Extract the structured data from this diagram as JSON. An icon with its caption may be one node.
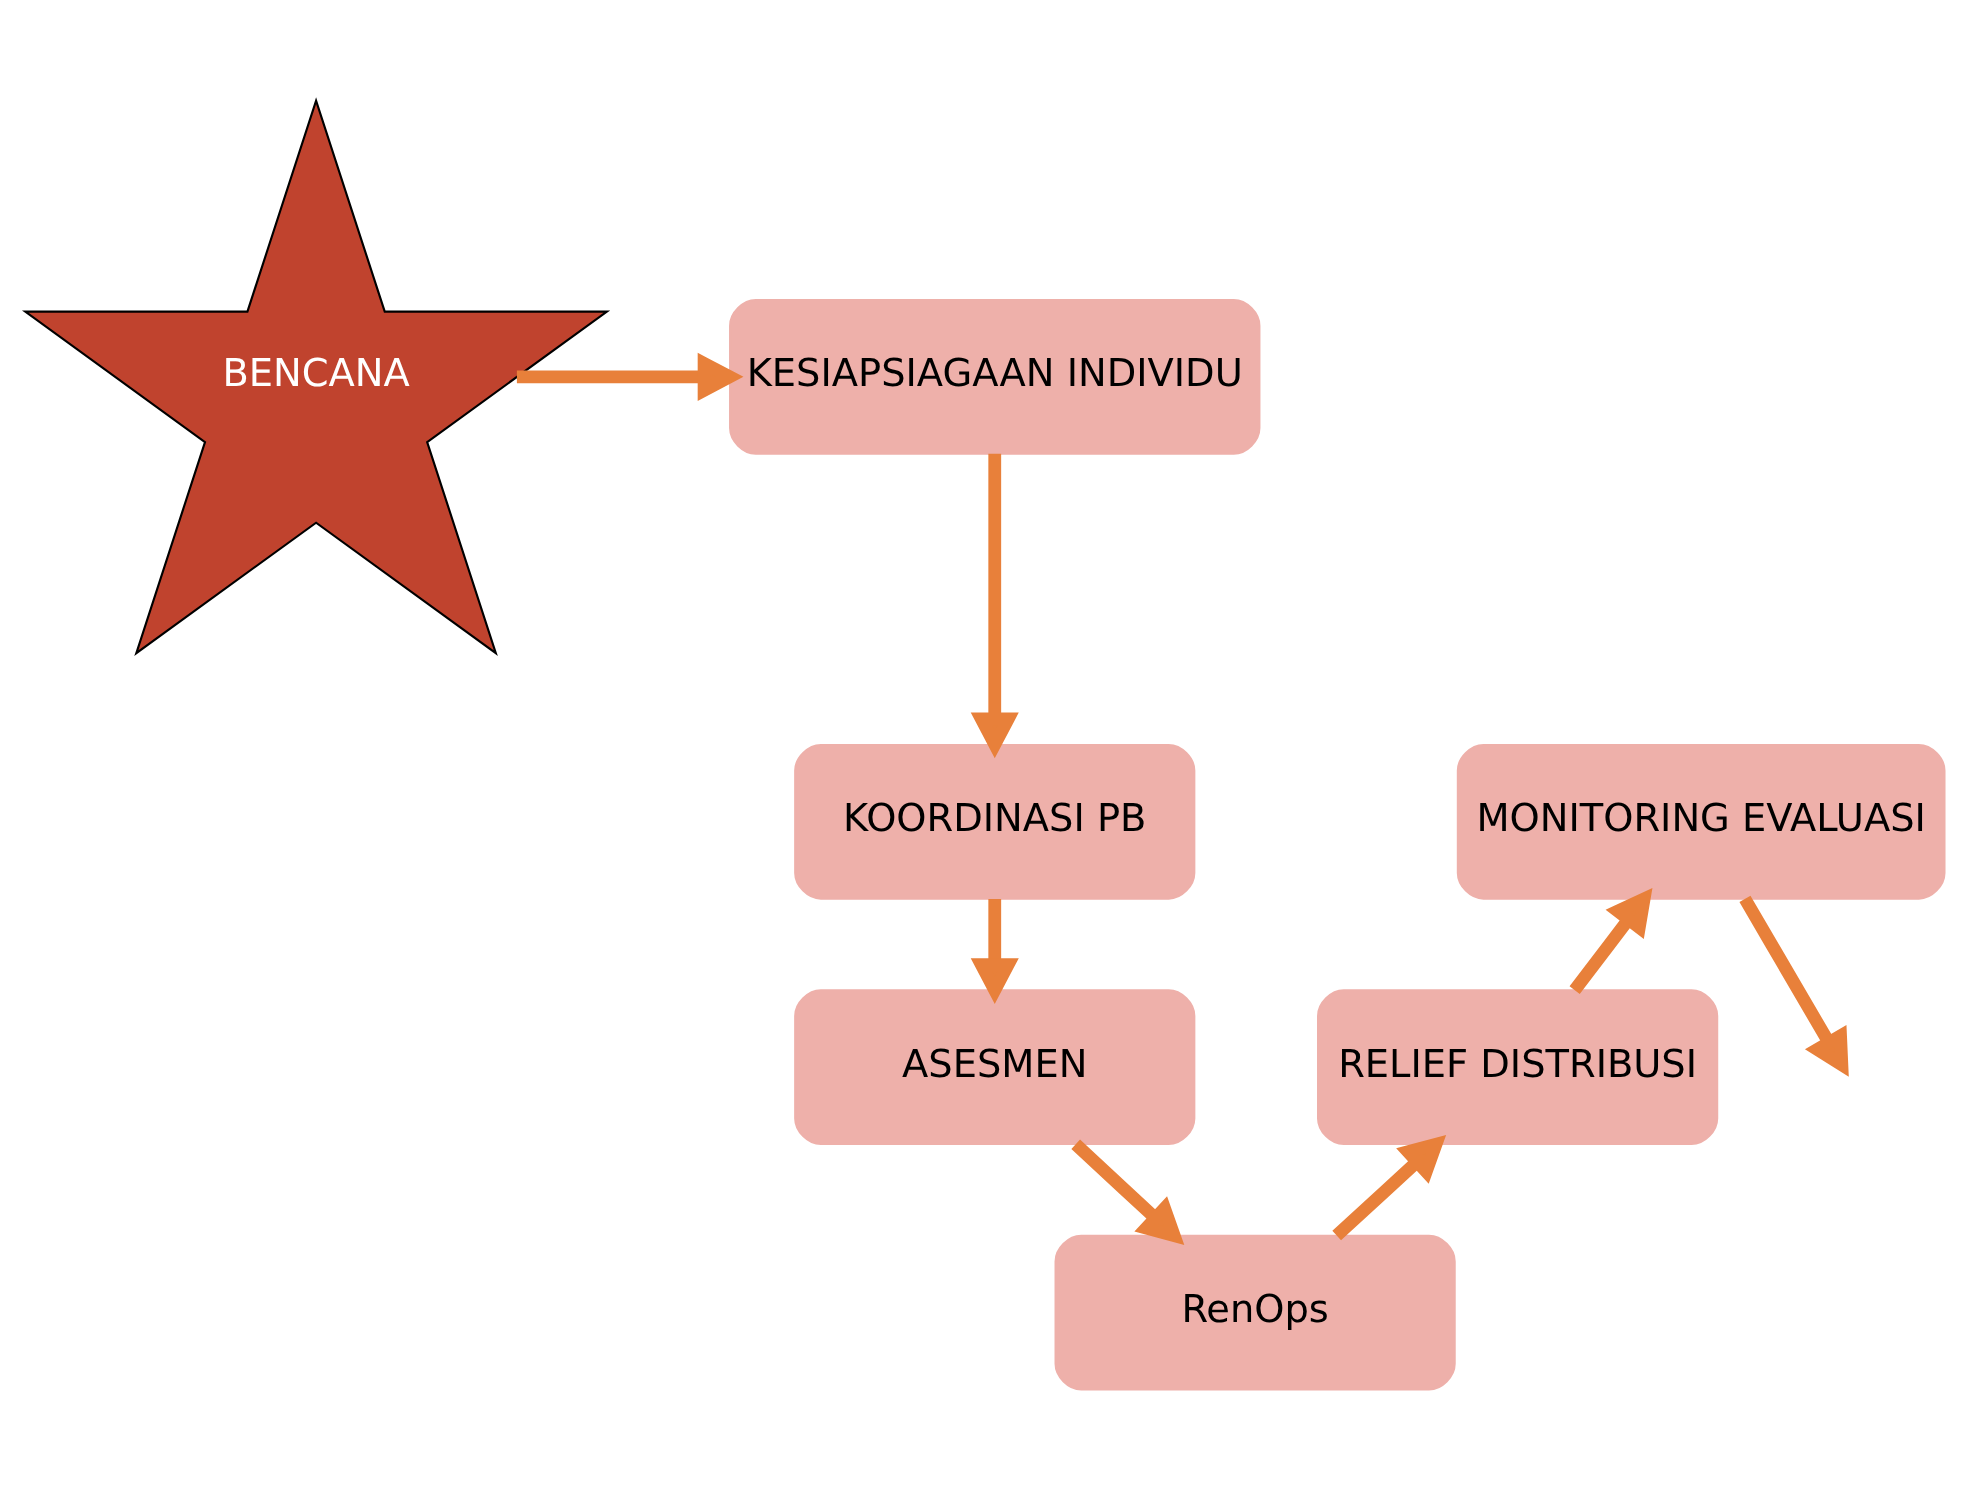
{
  "diagram": {
    "nodes": [
      {
        "text": [
          "BENCANA"
        ]
      },
      {
        "text": [
          "KESIAPSIAGAAN INDIVIDU"
        ]
      },
      {
        "text": [
          "KOORDINASI PB"
        ]
      },
      {
        "text": [
          "ASESMEN"
        ]
      },
      {
        "text": [
          "RenOps"
        ]
      },
      {
        "text": [
          "RELIEF DISTRIBUSI"
        ]
      },
      {
        "text": [
          "MONITORING EVALUASI"
        ]
      }
    ],
    "edges": [
      {
        "from": 0,
        "to": 1,
        "arrow": "to"
      },
      {
        "from": 1,
        "to": 2,
        "arrow": "to"
      },
      {
        "from": 2,
        "to": 3,
        "arrow": "to"
      },
      {
        "from": 3,
        "to": 4,
        "arrow": "to"
      },
      {
        "from": 4,
        "to": 5,
        "arrow": "to"
      },
      {
        "from": 5,
        "to": 6,
        "arrow": "to"
      },
      {
        "from": 6,
        "to": null,
        "arrow": "to"
      }
    ]
  }
}
